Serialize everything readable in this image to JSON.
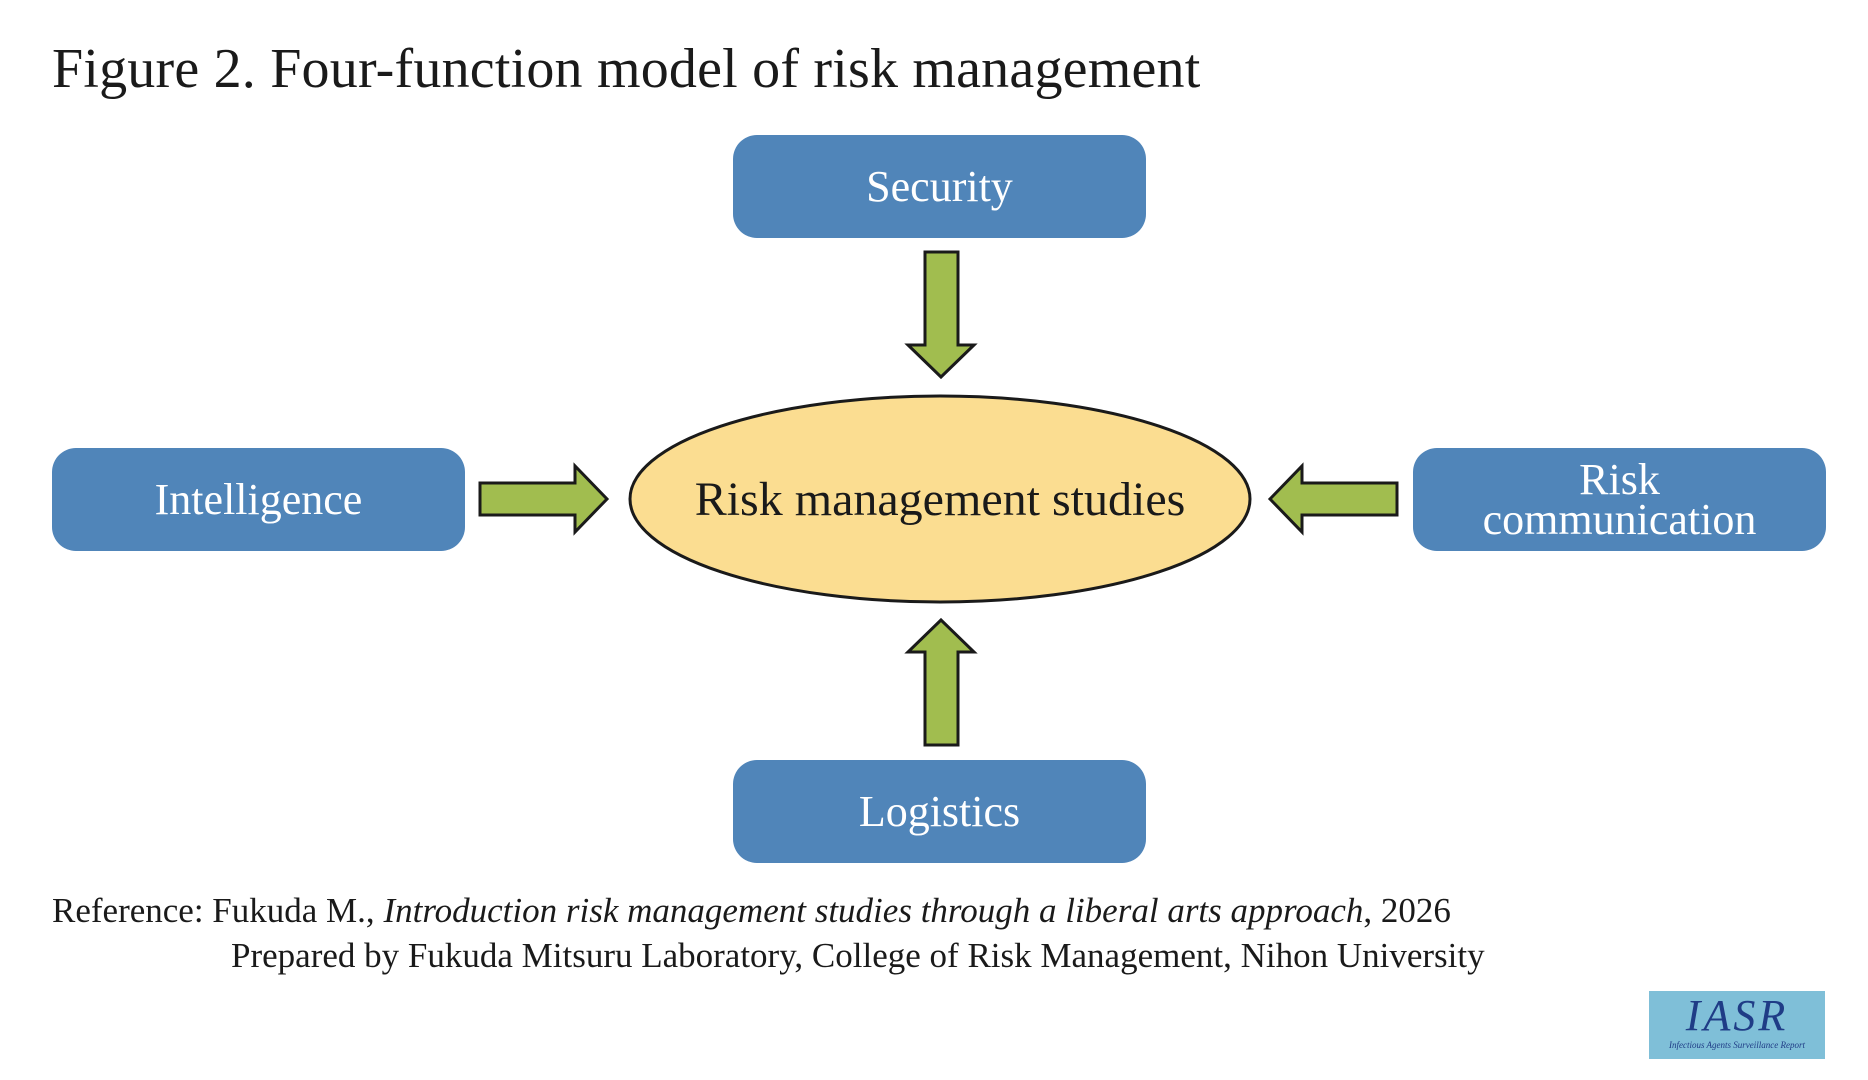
{
  "title": "Figure 2. Four-function model of risk management",
  "center": {
    "label": "Risk management studies"
  },
  "nodes": {
    "security": "Security",
    "intelligence": "Intelligence",
    "risk_communication_line1": "Risk",
    "risk_communication_line2": "communication",
    "logistics": "Logistics"
  },
  "reference": {
    "prefix": "Reference: Fukuda M., ",
    "book_title": "Introduction risk management studies through a liberal arts approach",
    "year": ", 2026",
    "line2": "Prepared by Fukuda Mitsuru Laboratory, College of Risk Management, Nihon University"
  },
  "logo": {
    "main": "IASR",
    "sub": "Infectious Agents Surveillance Report"
  },
  "colors": {
    "box_fill": "#5085b9",
    "ellipse_fill": "#fbdd91",
    "arrow_fill": "#a1bd4f",
    "logo_background": "#7fbfd8"
  }
}
